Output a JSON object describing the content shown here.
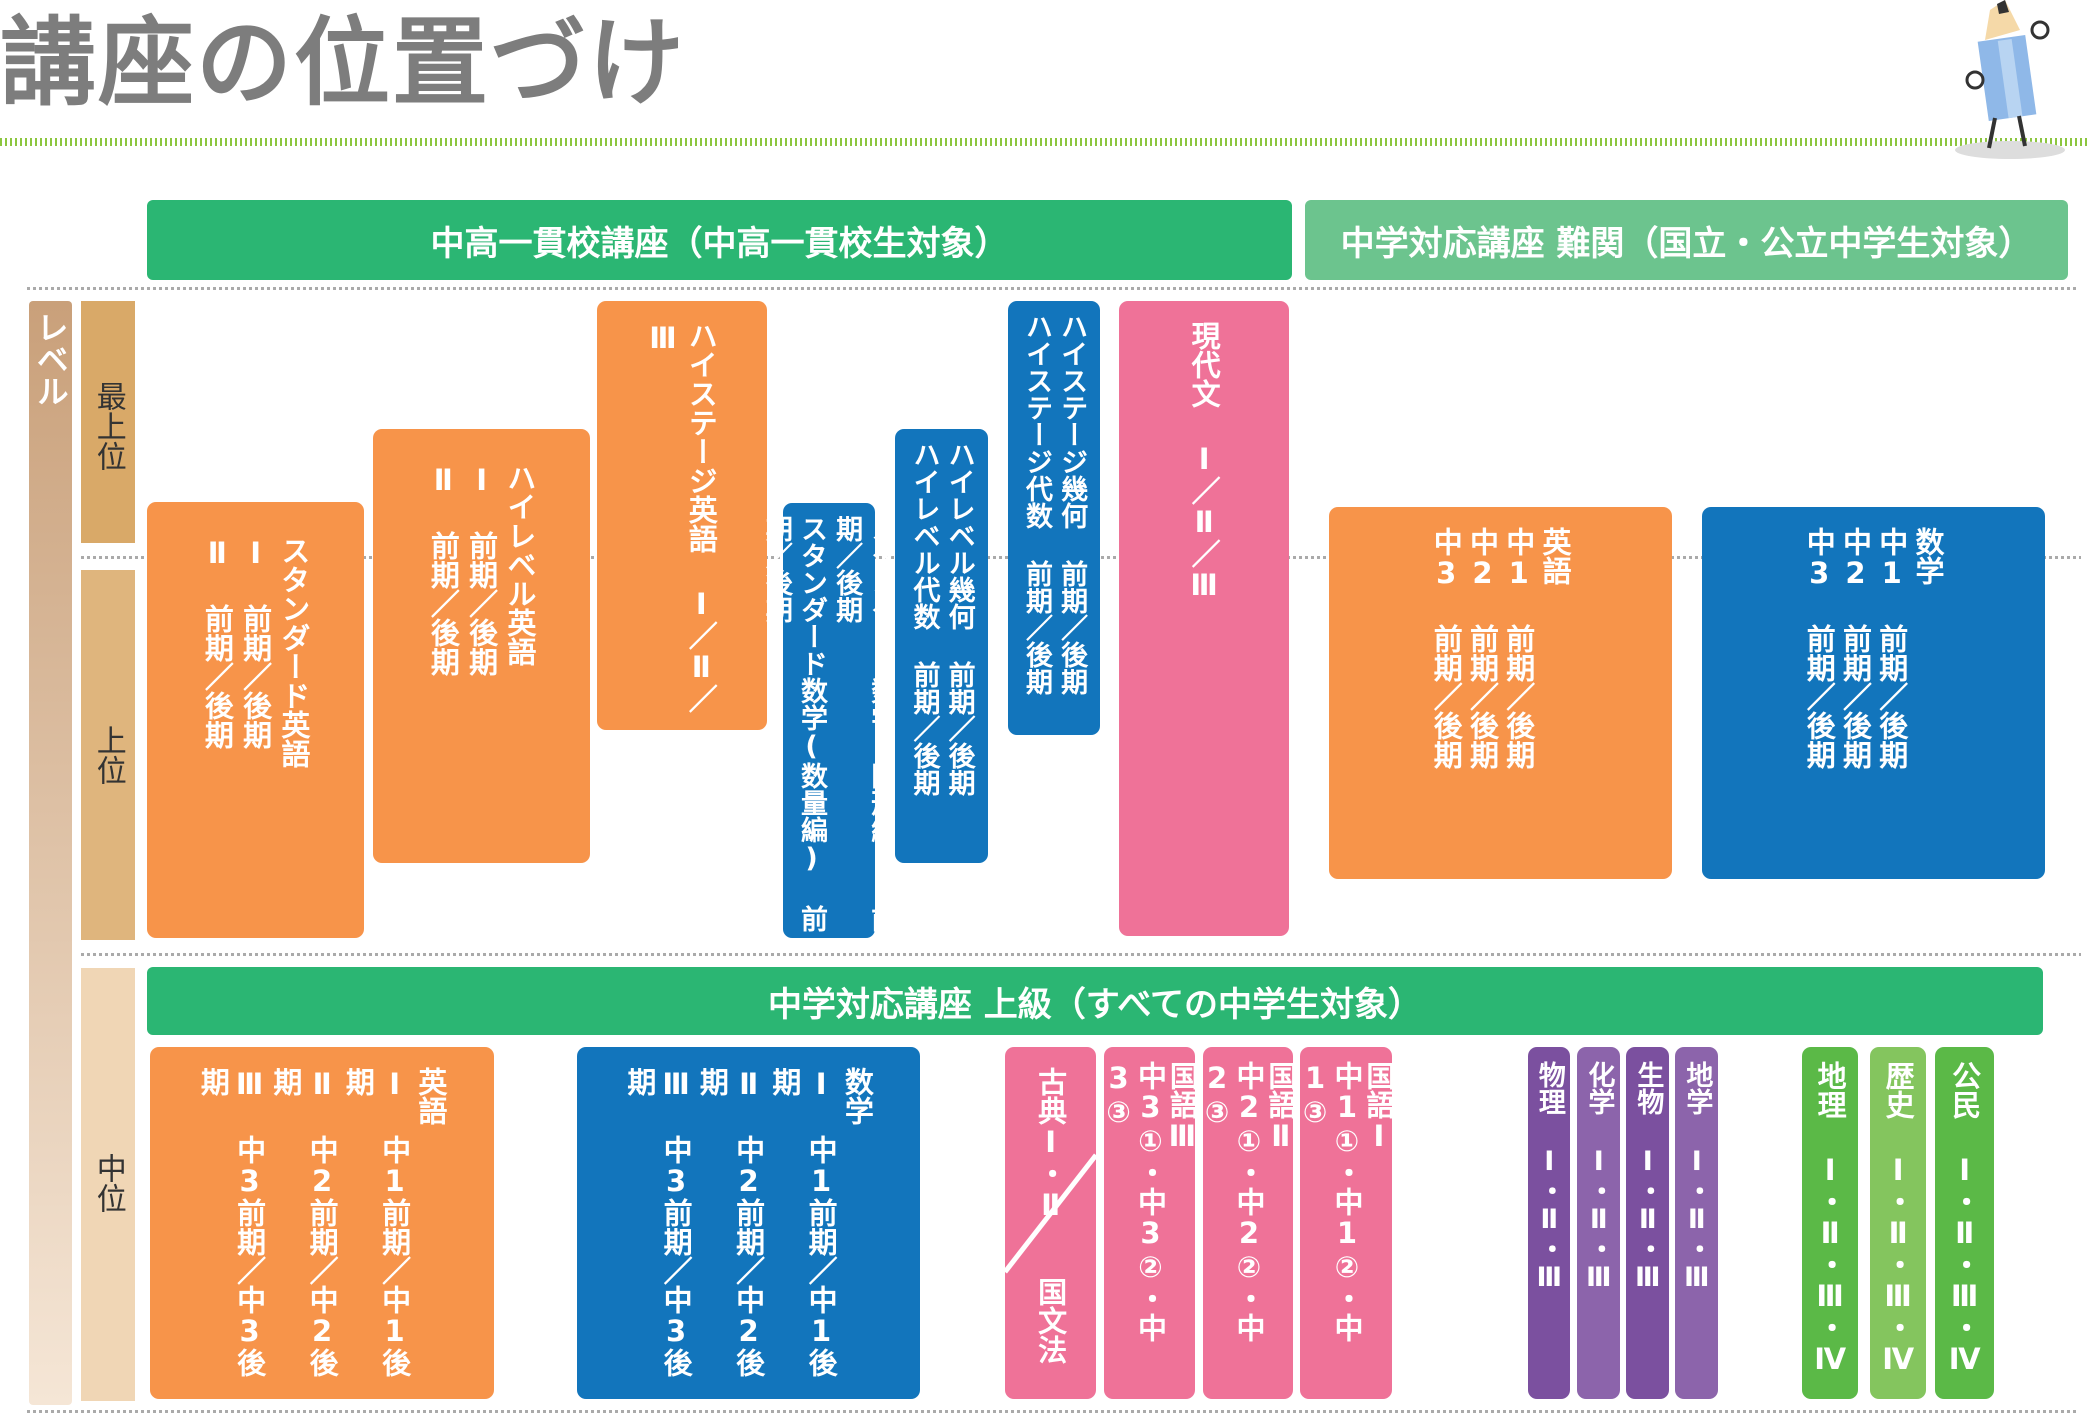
{
  "title": "講座の位置づけ",
  "headers": {
    "integrated": "中高一貫校講座（中高一貫校生対象）",
    "junior_top": "中学対応講座 難関（国立・公立中学生対象）",
    "junior_adv": "中学対応講座 上級（すべての中学生対象）"
  },
  "level": {
    "label": "レベル",
    "top": "最上位",
    "upper": "上位",
    "middle": "中位"
  },
  "colors": {
    "orange": "#f7944a",
    "blue": "#1275bc",
    "pink": "#ef7298",
    "green": "#2bb673"
  },
  "upper_courses": [
    {
      "cols": [
        "スタンダード英語",
        "Ⅰ 前期／後期",
        "Ⅱ 前期／後期"
      ]
    },
    {
      "cols": [
        "ハイレベル英語",
        "Ⅰ 前期／後期",
        "Ⅱ 前期／後期"
      ]
    },
    {
      "cols": [
        "ハイステージ英語 Ⅰ／Ⅱ／Ⅲ"
      ]
    },
    {
      "cols": [
        "スタンダード数学(図形編) 前期／後期",
        "スタンダード数学(数量編) 前期／後期"
      ]
    },
    {
      "cols": [
        "ハイレベル幾何 前期／後期",
        "ハイレベル代数 前期／後期"
      ]
    },
    {
      "cols": [
        "ハイステージ幾何 前期／後期",
        "ハイステージ代数 前期／後期"
      ]
    },
    {
      "cols": [
        "現代文 Ⅰ／Ⅱ／Ⅲ"
      ]
    },
    {
      "cols": [
        "英語",
        "中1 前期／後期",
        "中2 前期／後期",
        "中3 前期／後期"
      ]
    },
    {
      "cols": [
        "数学",
        "中1 前期／後期",
        "中2 前期／後期",
        "中3 前期／後期"
      ]
    }
  ],
  "middle_courses": [
    {
      "cols": [
        "英語",
        "Ⅰ 中1前期／中1後期",
        "Ⅱ 中2前期／中2後期",
        "Ⅲ 中3前期／中3後期"
      ]
    },
    {
      "cols": [
        "数学",
        "Ⅰ 中1前期／中1後期",
        "Ⅱ 中2前期／中2後期",
        "Ⅲ 中3前期／中3後期"
      ]
    },
    {
      "top": "古典Ⅰ・Ⅱ",
      "bottom": "国文法"
    },
    {
      "cols": [
        "国語Ⅲ",
        "中3①・中3②・中3③"
      ]
    },
    {
      "cols": [
        "国語Ⅱ",
        "中2①・中2②・中2③"
      ]
    },
    {
      "cols": [
        "国語Ⅰ",
        "中1①・中1②・中1③"
      ]
    },
    {
      "cols": [
        "物理 Ⅰ・Ⅱ・Ⅲ"
      ]
    },
    {
      "cols": [
        "化学 Ⅰ・Ⅱ・Ⅲ"
      ]
    },
    {
      "cols": [
        "生物 Ⅰ・Ⅱ・Ⅲ"
      ]
    },
    {
      "cols": [
        "地学 Ⅰ・Ⅱ・Ⅲ"
      ]
    },
    {
      "cols": [
        "地理 Ⅰ・Ⅱ・Ⅲ・Ⅳ"
      ]
    },
    {
      "cols": [
        "歴史 Ⅰ・Ⅱ・Ⅲ・Ⅳ"
      ]
    },
    {
      "cols": [
        "公民 Ⅰ・Ⅱ・Ⅲ・Ⅳ"
      ]
    }
  ]
}
